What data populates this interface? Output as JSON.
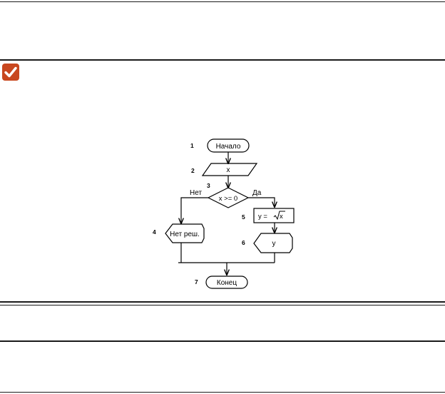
{
  "colors": {
    "accent": "#c8471f",
    "rule": "#1a1a1a",
    "ink": "#000000"
  },
  "icon": {
    "check": "check-icon"
  },
  "flowchart": {
    "steps": {
      "n1": "1",
      "n2": "2",
      "n3": "3",
      "n4": "4",
      "n5": "5",
      "n6": "6",
      "n7": "7"
    },
    "start": "Начало",
    "input": "x",
    "condition": "x >= 0",
    "branch_no": "Нет",
    "branch_yes": "Да",
    "no_solution": "Нет реш.",
    "assign_prefix": "y =",
    "assign_radicand": "x",
    "output": "y",
    "end": "Конец"
  }
}
